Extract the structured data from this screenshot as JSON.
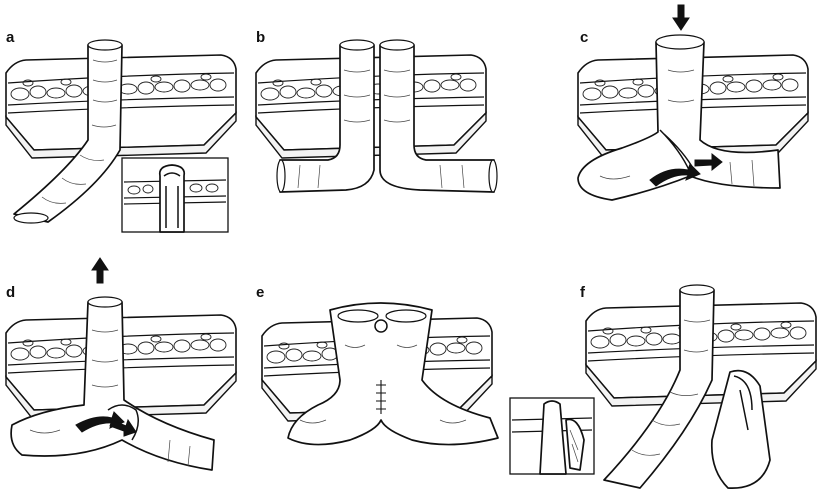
{
  "panels": [
    {
      "id": "a",
      "label": "a",
      "inset": true
    },
    {
      "id": "b",
      "label": "b",
      "inset": false
    },
    {
      "id": "c",
      "label": "c",
      "inset": false,
      "arrow": "down"
    },
    {
      "id": "d",
      "label": "d",
      "inset": false,
      "arrow": "up"
    },
    {
      "id": "e",
      "label": "e",
      "inset": false
    },
    {
      "id": "f",
      "label": "f",
      "inset": true
    }
  ],
  "colors": {
    "line": "#111111",
    "background": "#ffffff",
    "tissue_side": "#f3f3f3"
  }
}
